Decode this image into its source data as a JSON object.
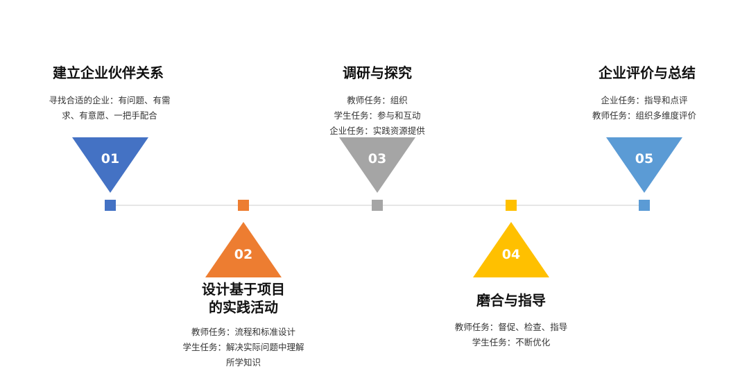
{
  "steps": [
    {
      "num": "01",
      "title": "建立企业伙伴关系",
      "desc": [
        "寻找合适的企业：有问题、有需",
        "求、有意愿、一把手配合"
      ],
      "color": "#4472C4"
    },
    {
      "num": "02",
      "title_lines": [
        "设计基于项目",
        "的实践活动"
      ],
      "desc": [
        "教师任务：流程和标准设计",
        "学生任务：解决实际问题中理解",
        "所学知识"
      ],
      "color": "#ED7D31"
    },
    {
      "num": "03",
      "title": "调研与探究",
      "desc": [
        "教师任务：组织",
        "学生任务：参与和互动",
        "企业任务：实践资源提供"
      ],
      "color": "#A5A5A5"
    },
    {
      "num": "04",
      "title": "磨合与指导",
      "desc": [
        "教师任务：督促、检查、指导",
        "学生任务：不断优化"
      ],
      "color": "#FFC000"
    },
    {
      "num": "05",
      "title": "企业评价与总结",
      "desc": [
        "企业任务：指导和点评",
        "教师任务：组织多维度评价"
      ],
      "color": "#5B9BD5"
    }
  ]
}
